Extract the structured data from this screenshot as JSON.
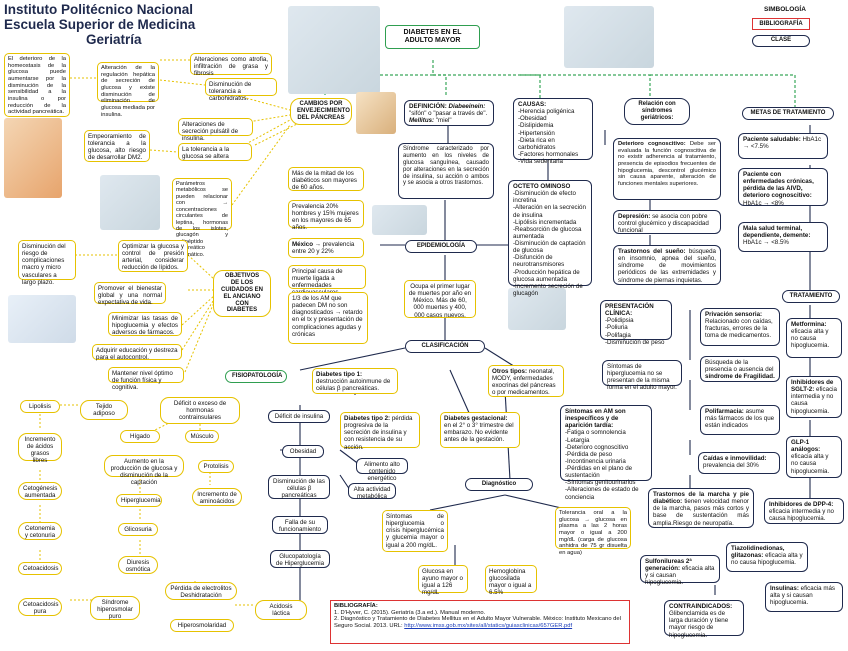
{
  "header": {
    "line1": "Instituto Politécnico Nacional",
    "line2": "Escuela Superior de Medicina",
    "line3": "Geriatría"
  },
  "main_title": "DIABETES EN EL ADULTO MAYOR",
  "legend": {
    "title": "SIMBOLOGÍA",
    "bibliografia": "BIBLIOGRAFÍA",
    "clase": "CLASE"
  },
  "cambios": {
    "title": "CAMBIOS POR ENVEJECIMIENTO DEL PÁNCREAS",
    "deterioro": "El deterioro de la homeostasis de la glucosa puede aumentarse por la disminución de la sensibilidad a la insulina o por reducción de la actividad pancreática.",
    "alteracion_reg": "Alteración de la regulación hepática de secreción de glucosa y existe disminución de eliminación de glucosa mediada por insulina.",
    "alteraciones_atrofia": "Alteraciones como atrofia, infiltración de grasa y fibrosis",
    "dism_tolerancia": "Disminución de tolerancia a carbohidratos.",
    "alteraciones_secrecion": "Alteraciones de secreción pulsátil de insulina.",
    "empeoramiento": "Empeoramiento de tolerancia a la glucosa, alto riesgo de desarrollar DM2.",
    "tolerancia": "La tolerancia a la glucosa se altera",
    "parametros": "Parámetros metabólicos se pueden relacionar con → concentraciones circulantes de leptina, hormonas de los islotes, glucagón y polipéptido pancreático plasmático."
  },
  "objetivos": {
    "title": "OBJETIVOS DE LOS CUIDADOS EN EL ANCIANO CON DIABETES",
    "riesgo": "Disminución del riesgo de complicaciones macro y micro vasculares a largo plazo.",
    "optimizar": "Optimizar la glucosa y control de presión arterial, considerar reducción de lípidos.",
    "promover": "Promover el bienestar global y una normal expectativa de vida.",
    "minimizar": "Minimizar las tasas de hipoglucemia y efectos adversos de fármacos.",
    "adquirir": "Adquirir educación y destreza para el autocontrol.",
    "mantener": "Mantener nivel óptimo de función física y cognitiva."
  },
  "definicion": {
    "label": "DEFINICIÓN:",
    "term1": "Diabeeinein:",
    "text1": "\"sifón\" o \"pasar a través de\".",
    "term2": "Mellitus:",
    "text2": "\"miel\""
  },
  "sindrome": "Síndrome caracterizado por aumento en los niveles de glucosa sanguínea, causado por alteraciones en la secreción de insulina, su acción o ambos y se asocia a otros trastornos.",
  "causas": {
    "title": "CAUSAS:",
    "items": [
      "-Herencia poligénica",
      "-Obesidad",
      "-Dislipidemia",
      "-Hipertensión",
      "-Dieta rica en carbohidratos",
      "-Factores hormonales",
      "-Vida sedentaria"
    ]
  },
  "octeto": {
    "title": "OCTETO OMINOSO",
    "items": [
      "-Disminución de efecto incretina",
      "-Alteración en la secreción de insulina",
      "-Lipólisis incrementada",
      "-Reabsorción de glucosa aumentada",
      "-Disminución de captación de glucosa",
      "-Disfunción de neurotransmisores",
      "-Producción hepática de glucosa aumentada",
      "-Incremento secreción de glucagón"
    ]
  },
  "epidemiologia": {
    "title": "EPIDEMIOLOGÍA",
    "mitad": "Más de la mitad de los diabéticos son mayores de 60 años.",
    "prevalencia": "Prevalencia 20% hombres y 15% mujeres en los mayores de 65 años.",
    "mexico_label": "México",
    "mexico": "→ prevalencia entre 20 y 22%",
    "principal": "Principal causa de muerte ligada a enfermedades cardiovasculares.",
    "tercio": "1/3 de los AM que padecen DM no son diagnosticados → retardo en el tx y presentación de complicaciones agudas y crónicas",
    "ocupa": "Ocupa el primer lugar de muertes por año en México. Más de 60, 000 muertes y 400, 000 casos nuevos."
  },
  "clasificacion": {
    "title": "CLASIFICACIÓN",
    "tipo1_label": "Diabetes tipo 1:",
    "tipo1": "destrucción autoinmune de células β pancreáticas.",
    "otros_label": "Otros tipos:",
    "otros": "neonatal, MODY, enfermedades exocrinas del páncreas o por medicamentos.",
    "tipo2_label": "Diabetes tipo 2:",
    "tipo2": "pérdida progresiva de la secreción de insulina y con resistencia de su acción.",
    "gest_label": "Diabetes gestacional:",
    "gest": "en el 2° o 3° trimestre del embarazo. No evidente antes de la gestación."
  },
  "fisiopatologia": {
    "title": "FISIOPATOLOGÍA",
    "deficit": "Déficit o exceso de hormonas contrainsulares",
    "tejido": "Tejido adiposo",
    "lipolisis": "Lipolisis",
    "higado": "Hígado",
    "musculo": "Músculo",
    "incremento_acidos": "Incremento de ácidos grasos libres",
    "aumento_produccion": "Aumento en la producción de glucosa y disminución de la captación",
    "proteolisis": "Protolisis",
    "cetogenesis": "Cetogénesis aumentada",
    "hiperglucemia": "Hiperglucemia",
    "incremento_amino": "Incremento de aminoácidos",
    "cetonemia": "Cetonemia y cetonuria",
    "glicosuria": "Glicosuria",
    "cetoacidosis": "Cetoacidosis",
    "diuresis": "Diuresis osmótica",
    "cetoacidosis_pura": "Cetoacidosis pura",
    "sindrome_hiperosmolar": "Síndrome hiperosmolar puro",
    "perdida_electrolitos": "Pérdida de electrolitos Deshidratación",
    "acidosis": "Acidosis láctica",
    "hiperosmolaridad": "Hiperosmolaridad",
    "deficit_insulina": "Déficit de insulina",
    "obesidad": "Obesidad",
    "disminucion_celulas": "Disminución de las células β pancreáticas",
    "falla": "Falla de su funcionamiento",
    "glucopatologia": "Glucopatología de Hiperglucemia",
    "alimento": "Alimento alto contenido energético",
    "alta_actividad": "Alta actividad metabólica"
  },
  "diagnostico": {
    "title": "Diagnóstico",
    "sintomas_hiper": "Síntomas de hiperglucemia o crisis hiperglucémica y glucemia mayor o igual a 200 mg/dL.",
    "tolerancia_oral": "Tolerancia oral a la glucosa → glucosa en plasma a las 2 horas mayor o igual a 200 mg/dL (carga de glucosa anhidra de 75 gr disuelta en agua)",
    "ayuno": "Glucosa en ayuno mayor o igual a 126 mg/dL",
    "hemoglobina": "Hemoglobina glucosilada mayor o igual a 6.5%"
  },
  "sintomas_am": {
    "title": "Síntomas en AM son inespecíficos y de aparición tardía:",
    "items": [
      "-Fatiga o somnolencia",
      "-Letargia",
      "-Deterioro cognoscitivo",
      "-Pérdida de peso",
      "-Incontinencia urinaria",
      "-Pérdidas en el plano de sustentación",
      "-Síntomas genitourinarios",
      "-Alteraciones de estado de conciencia"
    ]
  },
  "sintomas_hipo": "Síntomas de hiperglucemia no se presentan de la misma forma en el adulto mayor.",
  "presentacion": {
    "title": "PRESENTACIÓN CLÍNICA:",
    "items": [
      "-Polidipsia",
      "-Poliuria",
      "-Polifagia",
      "-Disminución de peso"
    ]
  },
  "sindromes": {
    "title": "Relación con síndromes geriátricos:",
    "cog_label": "Deterioro cognoscitivo:",
    "cog": "Debe ser evaluada la función cognoscitiva de no existir adherencia al tratamiento, presencia de episodios frecuentes de hipoglucemia, descontrol glucémico sin causa aparente, alteración de funciones mentales superiores.",
    "dep_label": "Depresión:",
    "dep": "se asocia con pobre control glucémico y discapacidad funcional",
    "sueno_label": "Trastornos del sueño:",
    "sueno": "búsqueda en insomnio, apnea del sueño, síndrome de movimientos periódicos de las extremidades y síndrome de piernas inquietas.",
    "caidas_label": "Caídas e inmovilidad:",
    "caidas": "prevalencia del 30%",
    "priv_label": "Privación sensoria:",
    "priv": "Relacionado con caídas, fracturas, errores de la toma de medicamentos.",
    "fragilidad": "Búsqueda de la presencia o ausencia del",
    "fragilidad_b": "síndrome de Fragilidad.",
    "poli_label": "Polifarmacia:",
    "poli": "asume más fármacos de los que están indicados",
    "marcha_label": "Trastornos de la marcha y pie diabético:",
    "marcha": "tienen velocidad menor de la marcha, pasos más cortos y base de sustentación más amplia.Riesgo de neuropatía."
  },
  "metas": {
    "title": "METAS DE TRATAMIENTO",
    "sal_label": "Paciente saludable:",
    "sal": "HbA1c → <7.5%",
    "cron_label": "Paciente con enfermedades crónicas, pérdida de las AIVD, deterioro cognoscitivo:",
    "cron": "HbA1c → <8%",
    "mala_label": "Mala salud terminal, dependiente, demente:",
    "mala": "HbA1c → <8.5%"
  },
  "tratamiento": {
    "title": "TRATAMIENTO",
    "metformina_label": "Metformina:",
    "metformina": "eficacia alta y no causa hipoglucemia.",
    "sglt2_label": "Inhibidores de SGLT-2:",
    "sglt2": "eficacia intermedia y no causa hipoglucemia.",
    "glp1_label": "GLP-1 análogos:",
    "glp1": "eficacia alta y no causa hipoglucemia.",
    "dpp4_label": "Inhibidores de DPP-4:",
    "dpp4": "eficacia intermedia y no causa hipoglucemia.",
    "tiazo_label": "Tiazolidinedionas, glitazonas:",
    "tiazo": "eficacia alta y no causa hipoglucemia.",
    "sulfo_label": "Sulfonilureas 2ª generación:",
    "sulfo": "eficacia alta y si causan hipoglucemia.",
    "insulinas_label": "Insulinas:",
    "insulinas": "eficacia más alta y si causan hipoglucemia.",
    "contra_label": "CONTRAINDICADOS:",
    "contra": "Glibenclamida es de larga duración y tiene mayor riesgo de hipoglucemia."
  },
  "bibliografia": {
    "title": "BIBLIOGRAFÍA:",
    "ref1": "D'Hyver, C. (2015). Geriatría (3.a ed.). Manual moderno.",
    "ref2": "Diagnóstico y Tratamiento de Diabetes Mellitus en el Adulto Mayor Vulnerable. México: Instituto Mexicano del Seguro Social. 2013. URL:",
    "url": "http://www.imss.gob.mx/sites/all/statics/guiasclinicas/657GER.pdf"
  },
  "colors": {
    "navy": "#1f2a4d",
    "yellow": "#e6c200",
    "green": "#2f9e50",
    "red": "#d33333",
    "dashed_green": "#3aa85a"
  }
}
